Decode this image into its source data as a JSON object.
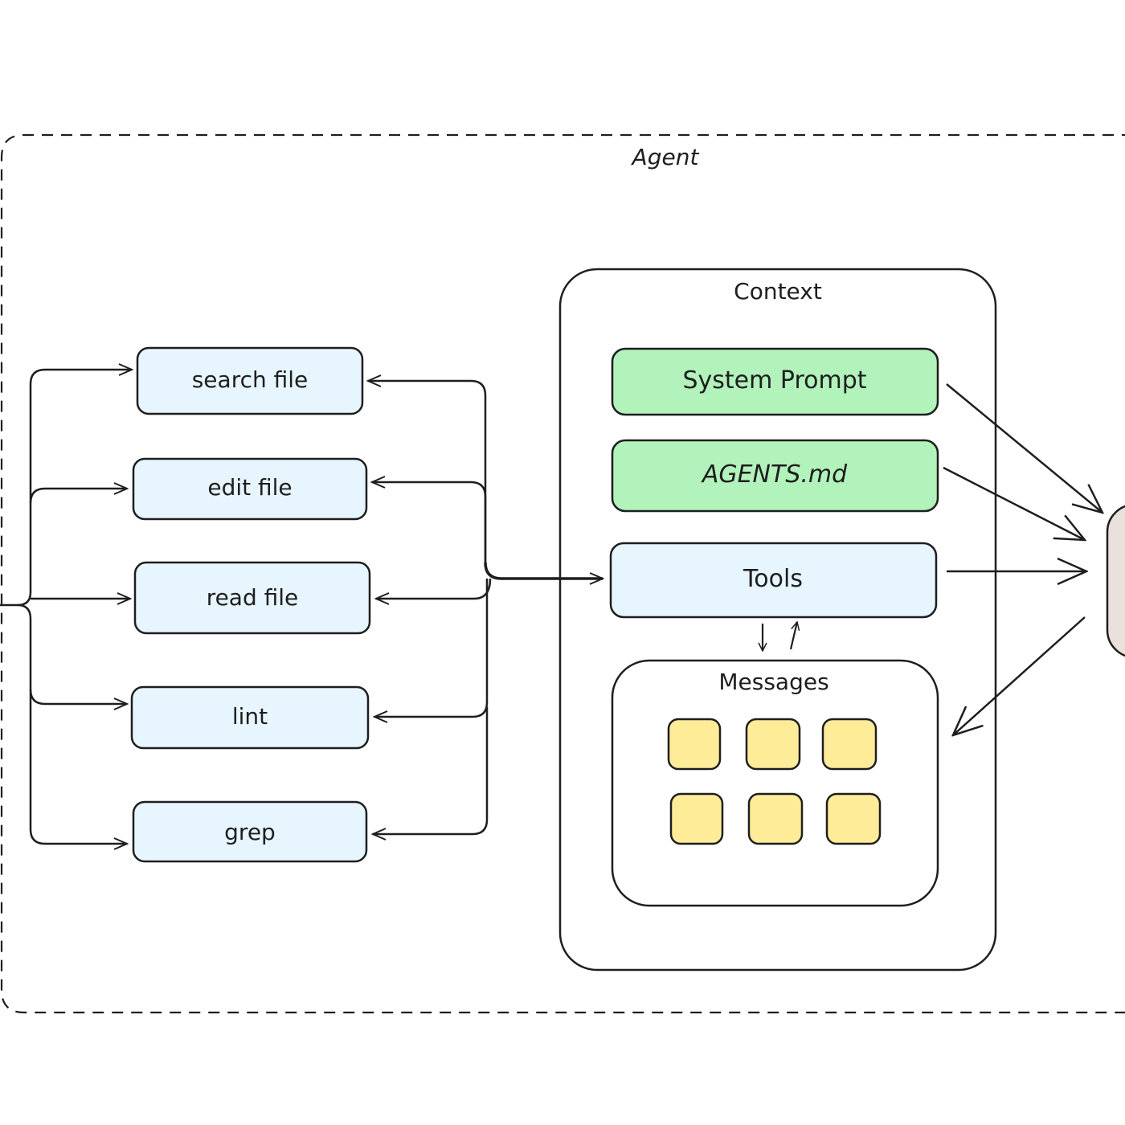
{
  "agent": {
    "label": "Agent"
  },
  "context": {
    "label": "Context"
  },
  "tools": [
    {
      "id": "search",
      "label": "search file"
    },
    {
      "id": "edit",
      "label": "edit file"
    },
    {
      "id": "read",
      "label": "read file"
    },
    {
      "id": "lint",
      "label": "lint"
    },
    {
      "id": "grep",
      "label": "grep"
    }
  ],
  "context_items": {
    "system_prompt": "System Prompt",
    "agents_md": "AGENTS.md",
    "tools": "Tools"
  },
  "messages": {
    "label": "Messages",
    "count": 6
  },
  "colors": {
    "tool_fill": "#e7f5ff",
    "green_fill": "#b2f2bb",
    "message_fill": "#ffec99",
    "model_fill": "#eae0dc",
    "stroke": "#1e1e1e"
  }
}
